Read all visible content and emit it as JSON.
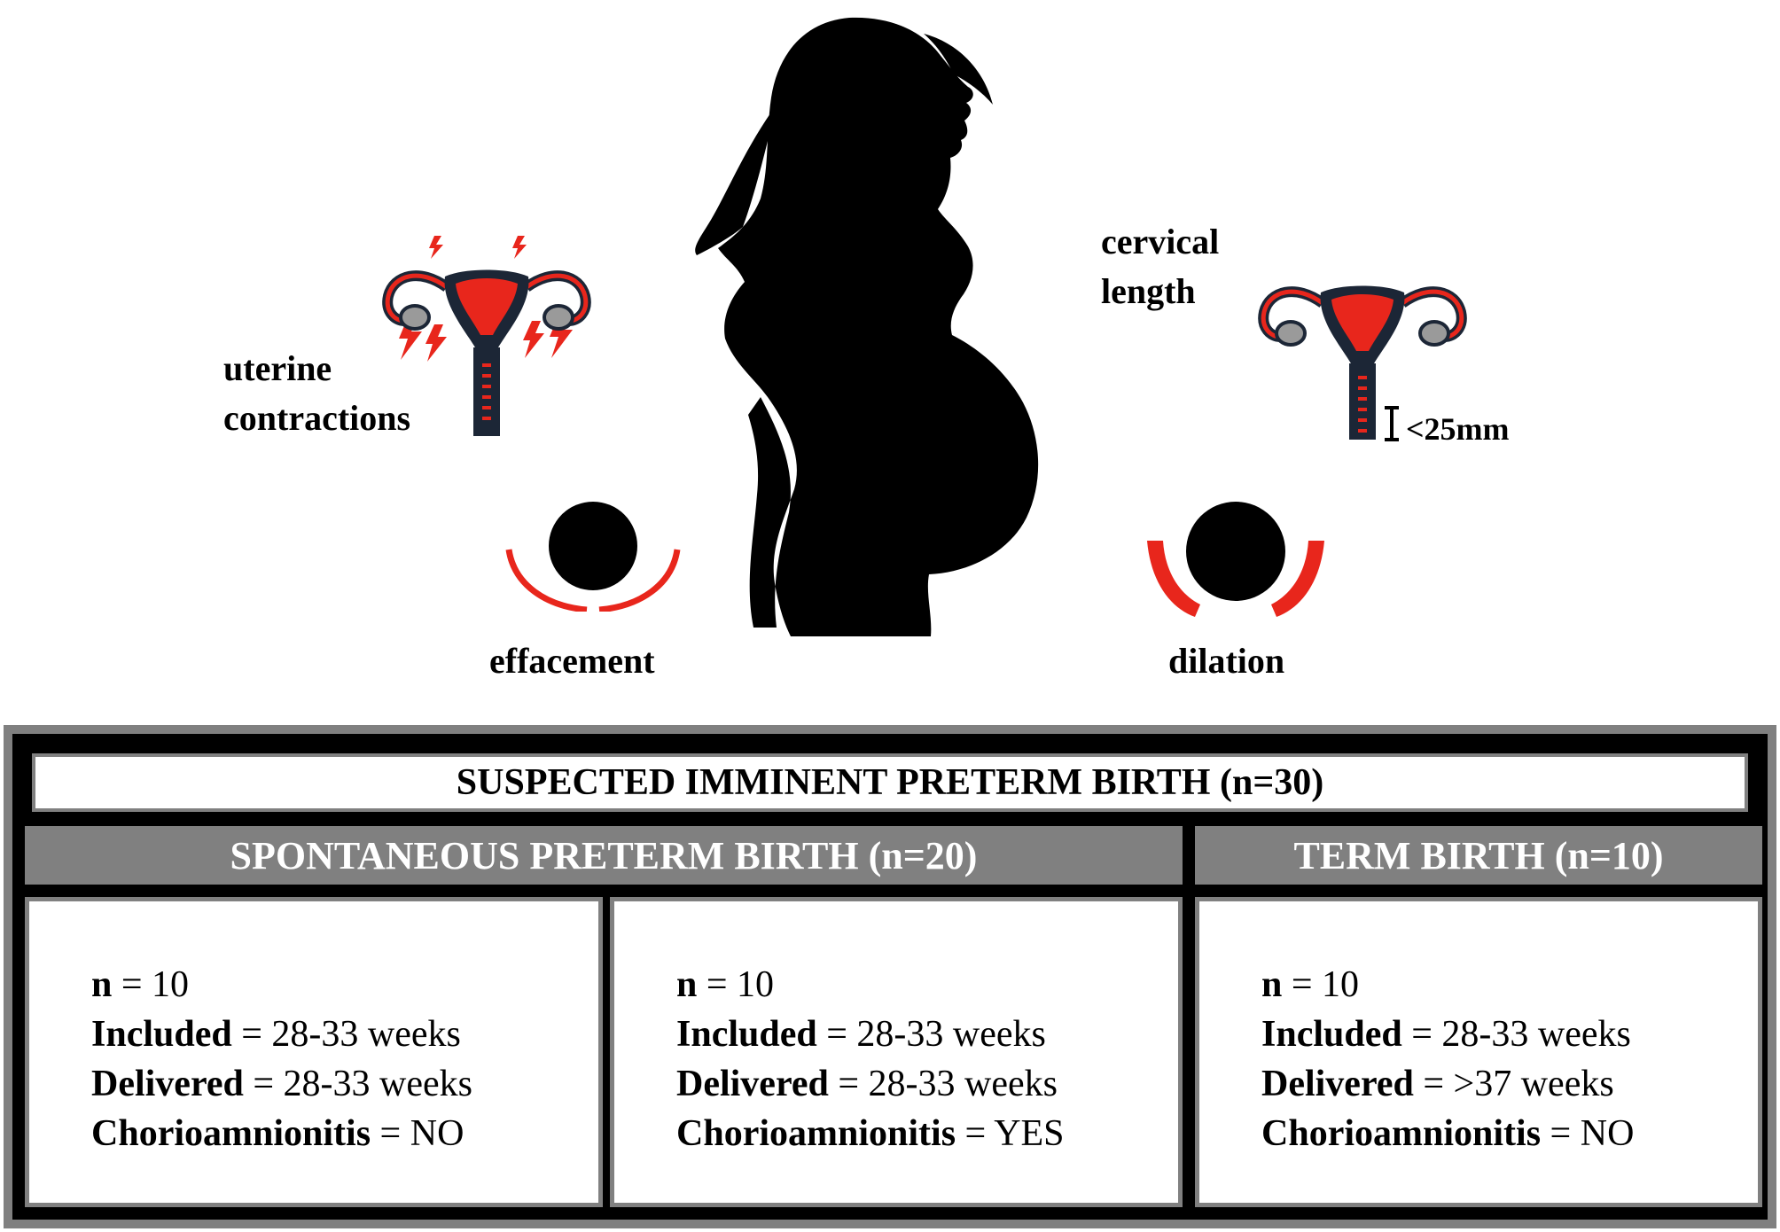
{
  "labels": {
    "uterine": [
      "uterine",
      "contractions"
    ],
    "cervical": [
      "cervical",
      "length"
    ],
    "cervical_measure": "<25mm",
    "effacement": "effacement",
    "dilation": "dilation"
  },
  "colors": {
    "accent_red": "#e8261c",
    "uterus_dark": "#1c2636",
    "ovary_gray": "#9a9a9a",
    "header_gray": "#808080"
  },
  "table": {
    "title": "SUSPECTED IMMINENT PRETERM BIRTH (n=30)",
    "groups": [
      {
        "label": "SPONTANEOUS PRETERM BIRTH (n=20)"
      },
      {
        "label": "TERM BIRTH (n=10)"
      }
    ],
    "cells": [
      {
        "rows": [
          {
            "key": "n",
            "value": "10"
          },
          {
            "key": "Included",
            "value": "28-33 weeks"
          },
          {
            "key": "Delivered",
            "value": "28-33 weeks"
          },
          {
            "key": "Chorioamnionitis",
            "value": "NO"
          }
        ]
      },
      {
        "rows": [
          {
            "key": "n",
            "value": "10"
          },
          {
            "key": "Included",
            "value": "28-33 weeks"
          },
          {
            "key": "Delivered",
            "value": "28-33 weeks"
          },
          {
            "key": "Chorioamnionitis",
            "value": "YES"
          }
        ]
      },
      {
        "rows": [
          {
            "key": "n",
            "value": "10"
          },
          {
            "key": "Included",
            "value": "28-33 weeks"
          },
          {
            "key": "Delivered",
            "value": ">37 weeks"
          },
          {
            "key": "Chorioamnionitis",
            "value": "NO"
          }
        ]
      }
    ]
  }
}
